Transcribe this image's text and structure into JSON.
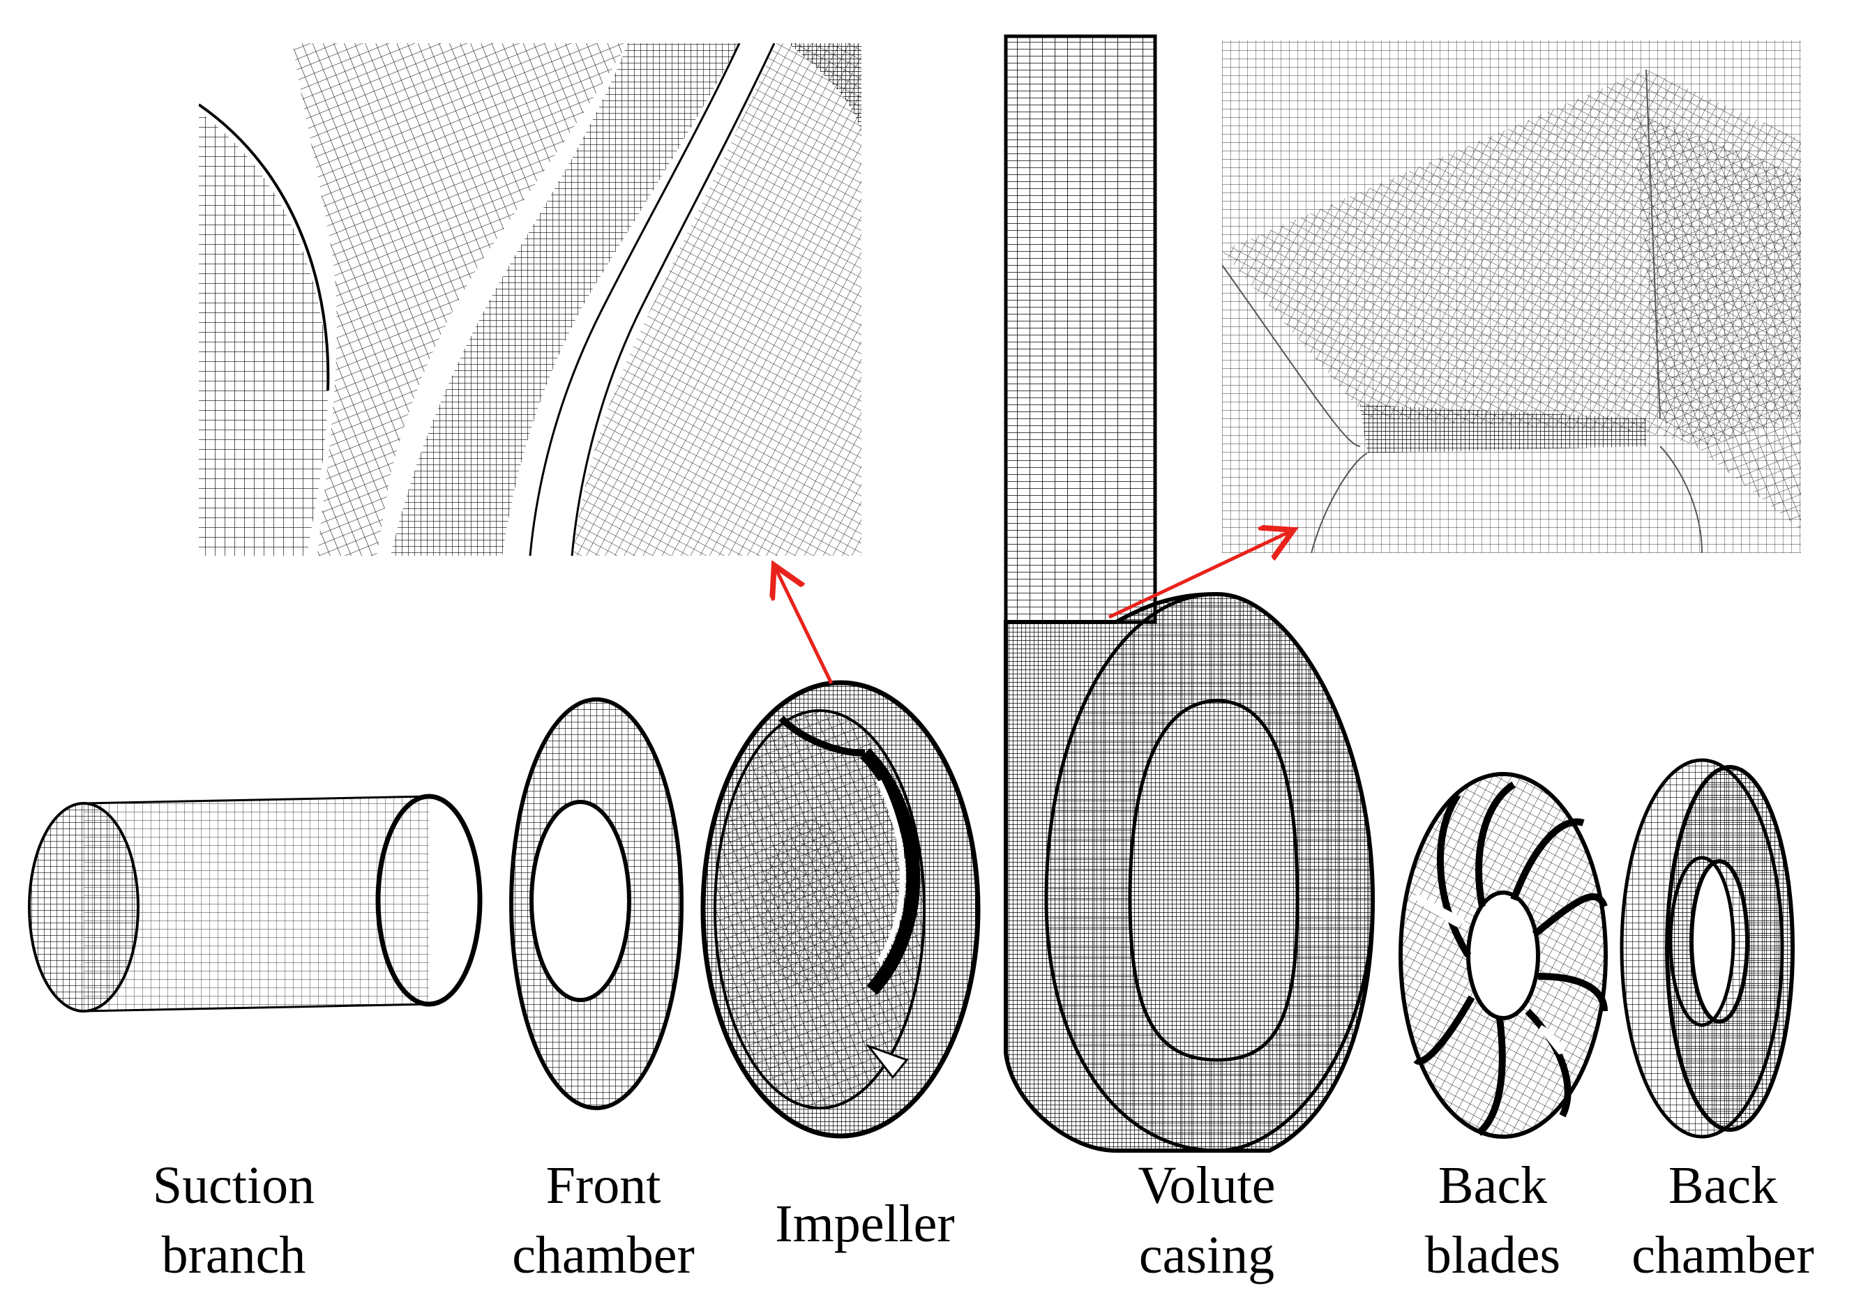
{
  "components": [
    {
      "id": "suction-branch",
      "line1": "Suction",
      "line2": "branch"
    },
    {
      "id": "front-chamber",
      "line1": "Front",
      "line2": "chamber"
    },
    {
      "id": "impeller",
      "line1": "Impeller",
      "line2": ""
    },
    {
      "id": "volute-casing",
      "line1": "Volute",
      "line2": "casing"
    },
    {
      "id": "back-blades",
      "line1": "Back",
      "line2": "blades"
    },
    {
      "id": "back-chamber",
      "line1": "Back",
      "line2": "chamber"
    }
  ],
  "colors": {
    "mesh": "#000000",
    "background": "#ffffff",
    "arrow": "#e8231c"
  }
}
